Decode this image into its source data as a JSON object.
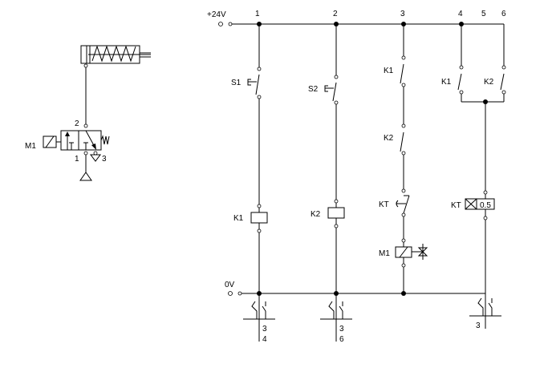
{
  "supply": {
    "plus": "+24V",
    "zero": "0V"
  },
  "rungs": [
    "1",
    "2",
    "3",
    "4",
    "5",
    "6"
  ],
  "pneumatic": {
    "solenoid": "M1",
    "port_out": "2",
    "port_in": "1",
    "port_exhaust": "3"
  },
  "contacts": {
    "s1": "S1",
    "s2": "S2",
    "k1_rung3": "K1",
    "k2_rung3": "K2",
    "kt_rung3": "KT",
    "k1_rung4": "K1",
    "k2_rung6": "K2"
  },
  "coils": {
    "k1": "K1",
    "k2": "K2",
    "m1": "M1",
    "kt": "KT",
    "kt_delay": "0.5"
  },
  "cross_refs": [
    {
      "top": "3",
      "bottom": "4"
    },
    {
      "top": "3",
      "bottom": "6"
    },
    {
      "top": "3",
      "bottom": ""
    }
  ]
}
